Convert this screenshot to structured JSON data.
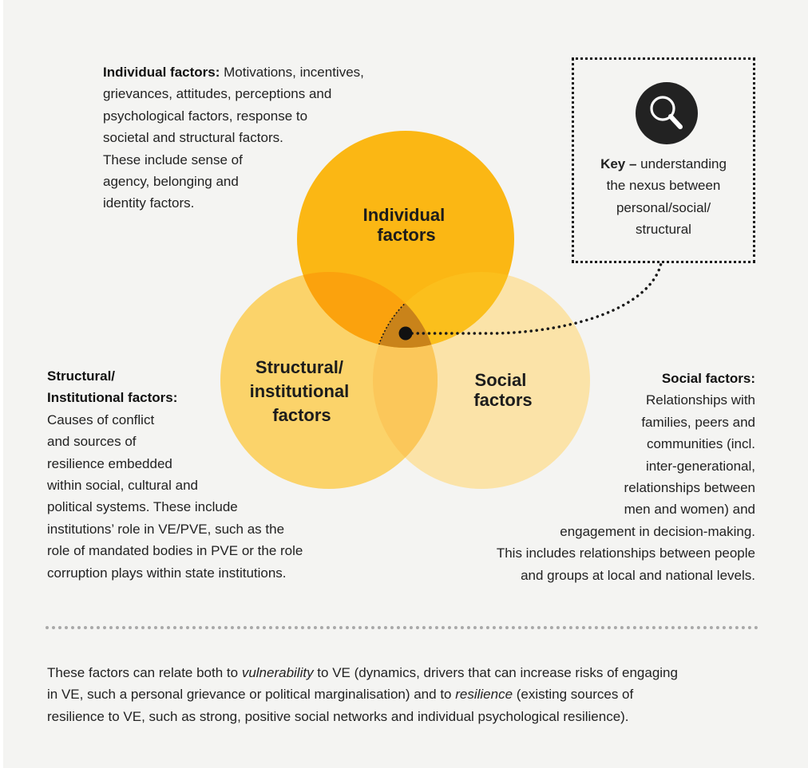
{
  "individual_desc": {
    "heading": "Individual factors:",
    "lines": [
      " Motivations, incentives,",
      "grievances, attitudes, perceptions and",
      "psychological factors, response to",
      "societal and structural factors.",
      "These include sense of",
      "agency, belonging and",
      "identity factors."
    ]
  },
  "structural_desc": {
    "heading_lines": [
      "Structural/",
      "Institutional factors:"
    ],
    "lines": [
      "Causes of conflict",
      "and sources of",
      "resilience embedded",
      "within social, cultural and",
      "political systems. These include",
      "institutions’ role in VE/PVE, such as the",
      "role of mandated bodies in PVE or the role",
      "corruption plays within state institutions."
    ]
  },
  "social_desc": {
    "heading": "Social factors:",
    "lines": [
      "Relationships with",
      "families, peers and",
      "communities (incl.",
      "inter-generational,",
      "relationships between",
      "men and women) and",
      "engagement in decision-making.",
      "This includes relationships between people",
      "and groups at local and national levels."
    ]
  },
  "key": {
    "icon": "magnifier-icon",
    "bold": "Key –",
    "line1_rest": " understanding",
    "lines": [
      "the nexus between",
      "personal/social/",
      "structural"
    ]
  },
  "circles": {
    "individual": [
      "Individual",
      "factors"
    ],
    "structural": [
      "Structural/",
      "institutional",
      "factors"
    ],
    "social": [
      "Social",
      "factors"
    ]
  },
  "colors": {
    "individual": "#fbb714",
    "structural": "#fbd36a",
    "social": "#fbe3a8",
    "overlap_ind_struct": "#fba20d",
    "overlap_ind_social": "#fbbf1c",
    "overlap_struct_social": "#fbc75a",
    "center": "#c9831a",
    "background": "#f4f4f2"
  },
  "footer": {
    "line1_before": "These factors can relate both to ",
    "line1_italic": "vulnerability",
    "line1_after": " to VE (dynamics, drivers that can increase risks of engaging",
    "line2": "in VE, such a personal grievance or political marginalisation) and to ",
    "line2_italic": "resilience",
    "line2_after": " (existing sources of",
    "line3": "resilience to VE, such as strong, positive social networks and individual psychological resilience)."
  }
}
